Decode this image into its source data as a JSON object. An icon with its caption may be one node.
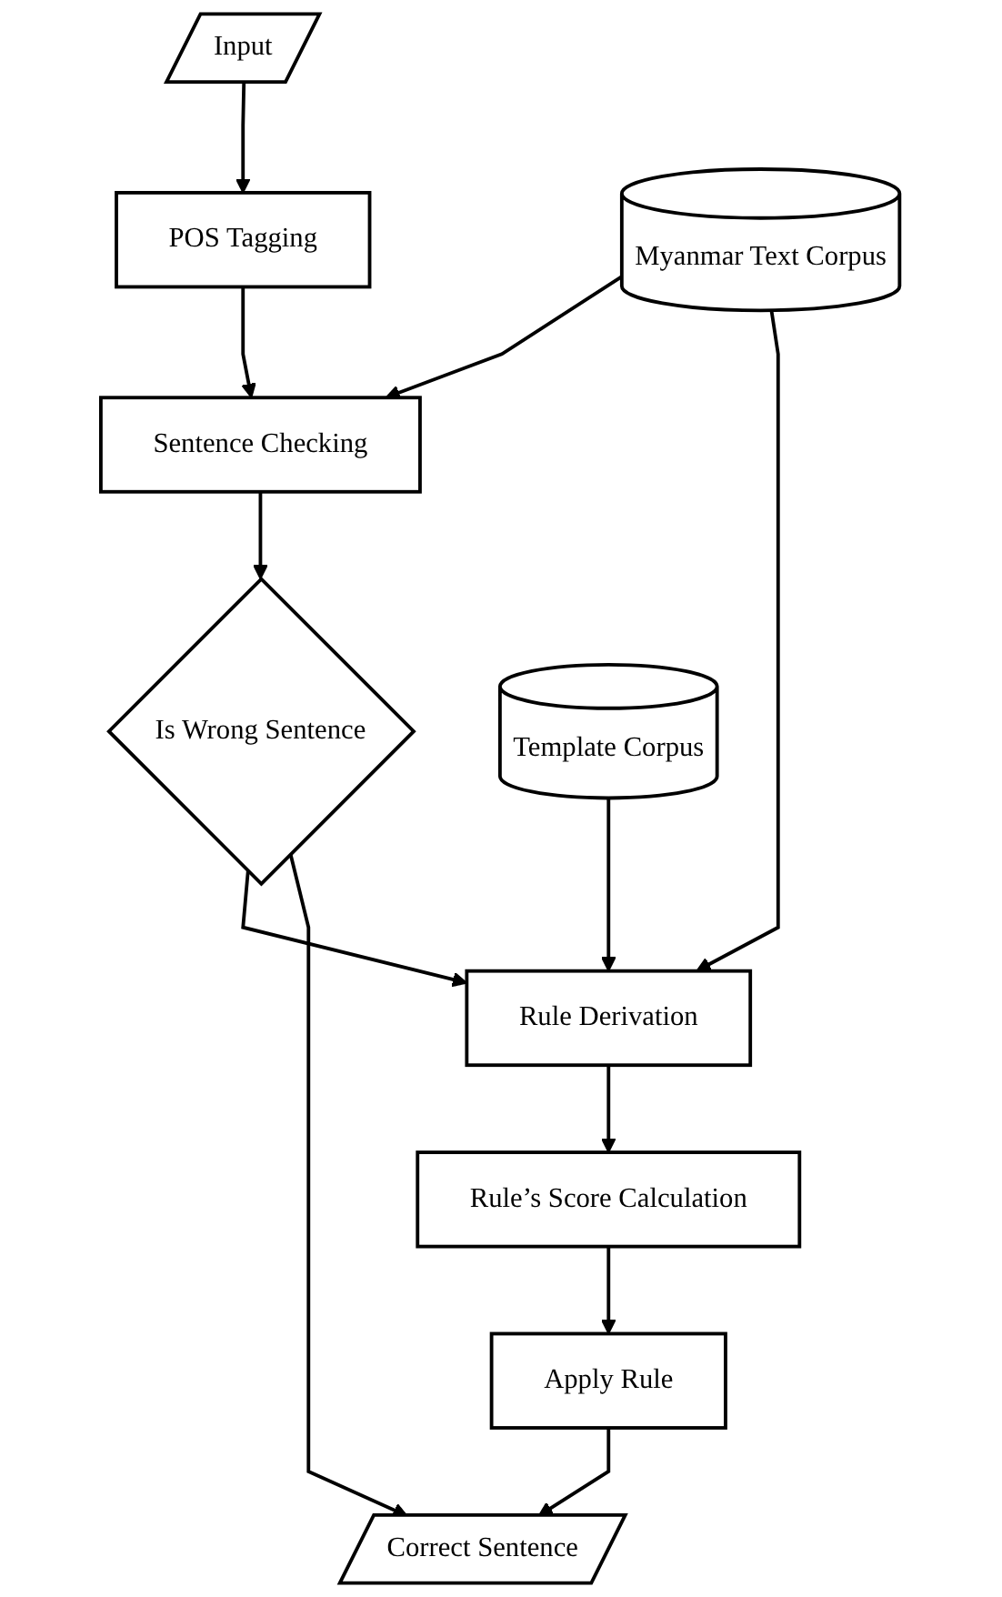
{
  "diagram": {
    "nodes": [
      {
        "text": [
          "Input"
        ]
      },
      {
        "text": [
          "POS Tagging"
        ]
      },
      {
        "text": [
          "Myanmar Text Corpus"
        ]
      },
      {
        "text": [
          "Sentence Checking"
        ]
      },
      {
        "text": [
          "Is Wrong Sentence"
        ]
      },
      {
        "text": [
          "Template Corpus"
        ]
      },
      {
        "text": [
          "Rule Derivation"
        ]
      },
      {
        "text": [
          "Rule’s Score Calculation"
        ]
      },
      {
        "text": [
          "Apply Rule"
        ]
      },
      {
        "text": [
          "Correct Sentence"
        ]
      }
    ],
    "edges": [
      {
        "from": 0,
        "to": 1,
        "arrow": "to"
      },
      {
        "from": 1,
        "to": 3,
        "arrow": "to"
      },
      {
        "from": 2,
        "to": 3,
        "arrow": "to"
      },
      {
        "from": 2,
        "to": 6,
        "arrow": "to"
      },
      {
        "from": 3,
        "to": 4,
        "arrow": "to"
      },
      {
        "from": 4,
        "to": 6,
        "arrow": "to"
      },
      {
        "from": 5,
        "to": 6,
        "arrow": "to"
      },
      {
        "from": 6,
        "to": 7,
        "arrow": "to"
      },
      {
        "from": 7,
        "to": 8,
        "arrow": "to"
      },
      {
        "from": 8,
        "to": 9,
        "arrow": "to"
      },
      {
        "from": 4,
        "to": 9,
        "arrow": "to"
      }
    ]
  }
}
